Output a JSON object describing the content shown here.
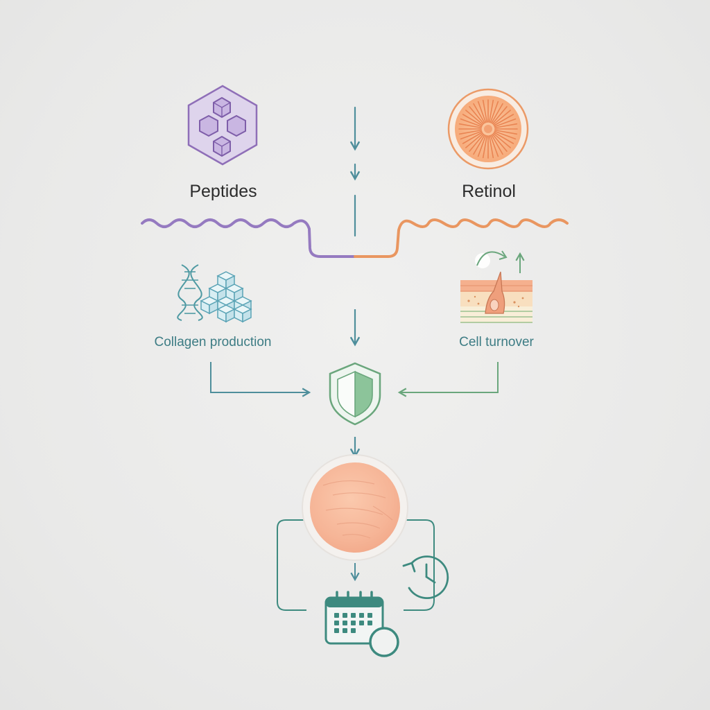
{
  "diagram": {
    "ingredients": {
      "left": "Peptides",
      "right": "Retinol"
    },
    "effects": {
      "left": "Collagen production",
      "right": "Cell turnover"
    }
  },
  "colors": {
    "peptides": "#8f6fb8",
    "retinol": "#e8935a",
    "flow": "#4e8e9b",
    "green": "#6aa67c",
    "teal": "#3d8a7f",
    "skin": "#f6b99c"
  },
  "icons": {
    "peptides": "hexagon-cubes-icon",
    "retinol": "orange-sun-disc-icon",
    "collagen": "dna-helix-cubes-icon",
    "cell": "skin-layer-follicle-icon",
    "protection": "shield-icon",
    "skin": "skin-sphere-icon",
    "clock": "clock-refresh-icon",
    "calendar": "calendar-icon"
  }
}
